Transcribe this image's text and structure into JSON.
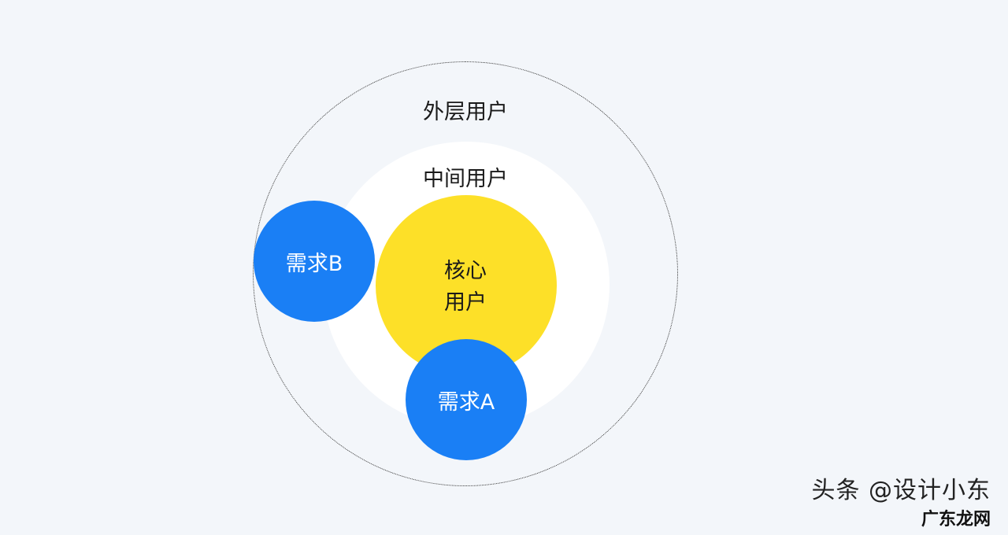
{
  "diagram": {
    "outer": {
      "label": "外层用户"
    },
    "middle": {
      "label": "中间用户"
    },
    "core": {
      "line1": "核心",
      "line2": "用户",
      "color": "#fde028"
    },
    "needs": [
      {
        "label": "需求B",
        "color": "#1a7ff5"
      },
      {
        "label": "需求A",
        "color": "#1a7ff5"
      }
    ]
  },
  "watermark": {
    "text": "头条 @设计小东",
    "overlay": "广东龙网"
  }
}
